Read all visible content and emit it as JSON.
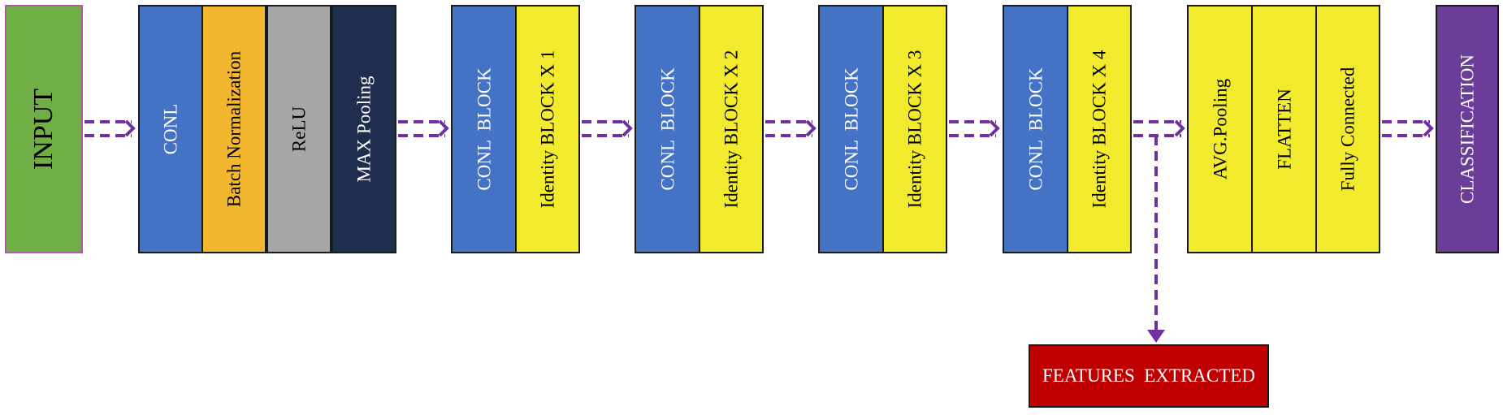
{
  "colors": {
    "input": "#6fae44",
    "input_border": "#b35ca5",
    "conv": "#4472c4",
    "batchnorm": "#f2b62f",
    "relu": "#a6a6a6",
    "maxpool": "#1f2d4e",
    "identity": "#f2ea2c",
    "classification": "#6a3d99",
    "features": "#c00000",
    "arrow": "#7030a0"
  },
  "blocks": {
    "input": "INPUT",
    "stem": {
      "conv": "CONL",
      "batchnorm": "Batch Normalization",
      "relu": "ReLU",
      "maxpool": "MAX Pooling"
    },
    "stage1": {
      "conv": "CONL  BLOCK",
      "identity": "Identity BLOCK X 1"
    },
    "stage2": {
      "conv": "CONL  BLOCK",
      "identity": "Identity BLOCK X 2"
    },
    "stage3": {
      "conv": "CONL  BLOCK",
      "identity": "Identity BLOCK X 3"
    },
    "stage4": {
      "conv": "CONL  BLOCK",
      "identity": "Identity BLOCK X 4"
    },
    "head": {
      "avgpool": "AVG.Pooling",
      "flatten": "FLATTEN",
      "fc": "Fully Connected"
    },
    "classification": "CLASSIFICATION",
    "features": "FEATURES  EXTRACTED"
  }
}
